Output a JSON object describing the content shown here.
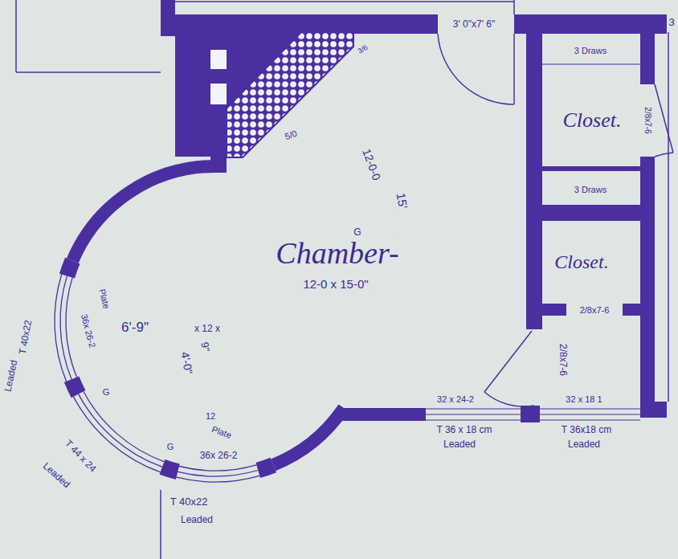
{
  "diagram": {
    "nodes": [
      {
        "text": [
          "Closet."
        ]
      },
      {
        "text": [
          "Closet."
        ]
      }
    ],
    "labels": [
      "3' 0\"x7' 6\"",
      "3",
      "3/6",
      "3 Draws",
      "2/8x7-6",
      "3 Draws",
      "12-0-0",
      "15'",
      "5/0",
      "G",
      "Chamber-",
      "12-0 x 15-0\"",
      "2/8x7-6",
      "2/8x7-6",
      "6'-9\"",
      "x 12 x",
      "4'-0\"",
      "9\"",
      "12",
      "Plate",
      "36x 26-2",
      "T 40x22",
      "Leaded",
      "G",
      "T 44 x 24",
      "Leaded",
      "Plate",
      "G",
      "36x 26-2",
      "T 40x22",
      "Leaded",
      "32 x 24-2",
      "T 36 x 18 cm",
      "Leaded",
      "32 x 18 1",
      "T 36x18 cm",
      "Leaded"
    ]
  }
}
